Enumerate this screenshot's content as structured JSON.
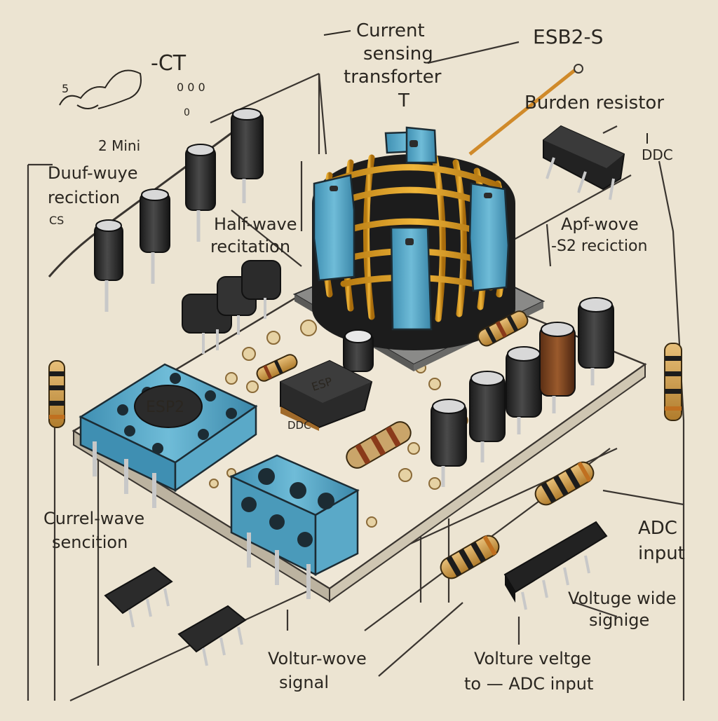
{
  "labels": {
    "ct": "-CT",
    "ct_code": "0 0 0",
    "ct_sub": "0",
    "scribble": "5",
    "mini": "2 Mini",
    "current_sensing_1": "Current",
    "current_sensing_2": "sensing",
    "current_sensing_3": "transforter",
    "current_sensing_4": "T",
    "esp_top": "ESB2-S",
    "burden": "Burden resistor",
    "ddc_right": "DDC",
    "dual_wave_1": "Duuf-wuye",
    "dual_wave_2": "reciction",
    "dual_wave_3": "CS",
    "half_wave_1": "Half-wave",
    "half_wave_2": "recitation",
    "apf_wave_1": "Apf-wove",
    "apf_wave_2": "-S2 reciction",
    "esp_chip": "ESP2",
    "small_chip": "ESP",
    "ddc_board": "DDC",
    "current_wave_1": "Currel-wave",
    "current_wave_2": "sencition",
    "adc_input_1": "ADC",
    "adc_input_2": "input",
    "voltage_wide_1": "Voltuge wide",
    "voltage_wide_2": "signige",
    "voltur_wave_1": "Voltur-wove",
    "voltur_wave_2": "signal",
    "volture_1": "Volture veltge",
    "volture_2": "to — ADC input"
  },
  "colors": {
    "background": "#ece4d2",
    "board": "#efe7d6",
    "board_edge": "#bcb3a0",
    "core_blue": "#5aa9c8",
    "copper": "#d49a22",
    "winding_dark": "#1c1c1c",
    "component_dark": "#2b2b2b",
    "resistor_body": "#d4a04a",
    "wire": "#3a3530"
  }
}
